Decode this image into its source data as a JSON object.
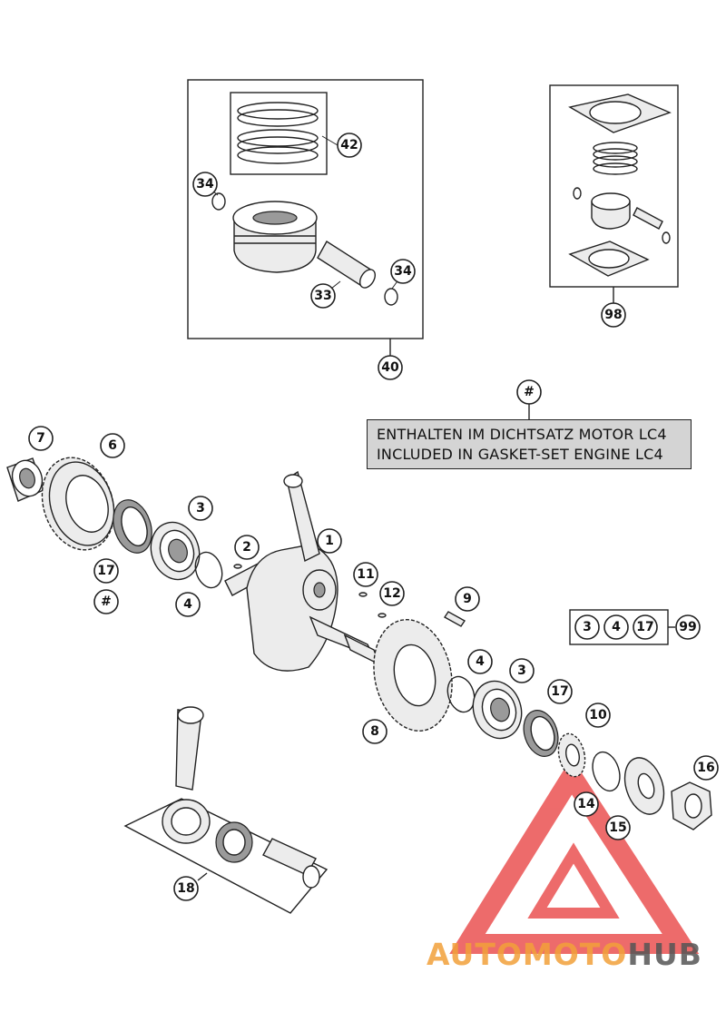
{
  "callouts": {
    "c1": "1",
    "c2": "2",
    "c3a": "3",
    "c3b": "3",
    "c4a": "4",
    "c4b": "4",
    "c6": "6",
    "c7": "7",
    "c8": "8",
    "c9": "9",
    "c10": "10",
    "c11": "11",
    "c12": "12",
    "c14": "14",
    "c15": "15",
    "c16": "16",
    "c17a": "17",
    "c17b": "17",
    "c18": "18",
    "c33": "33",
    "c34a": "34",
    "c34b": "34",
    "c40": "40",
    "c42": "42",
    "c98": "98",
    "c99": "99",
    "hash_a": "#",
    "hash_b": "#"
  },
  "kit_99": [
    "3",
    "4",
    "17"
  ],
  "note": {
    "line1": "ENTHALTEN IM DICHTSATZ MOTOR LC4",
    "line2": "INCLUDED IN GASKET-SET ENGINE LC4"
  },
  "watermark": {
    "part1": "AUTOMOTO",
    "part2": "HUB",
    "color_red": "#e83a3a",
    "color_orange": "#f2a13a",
    "color_gray": "#555555"
  }
}
